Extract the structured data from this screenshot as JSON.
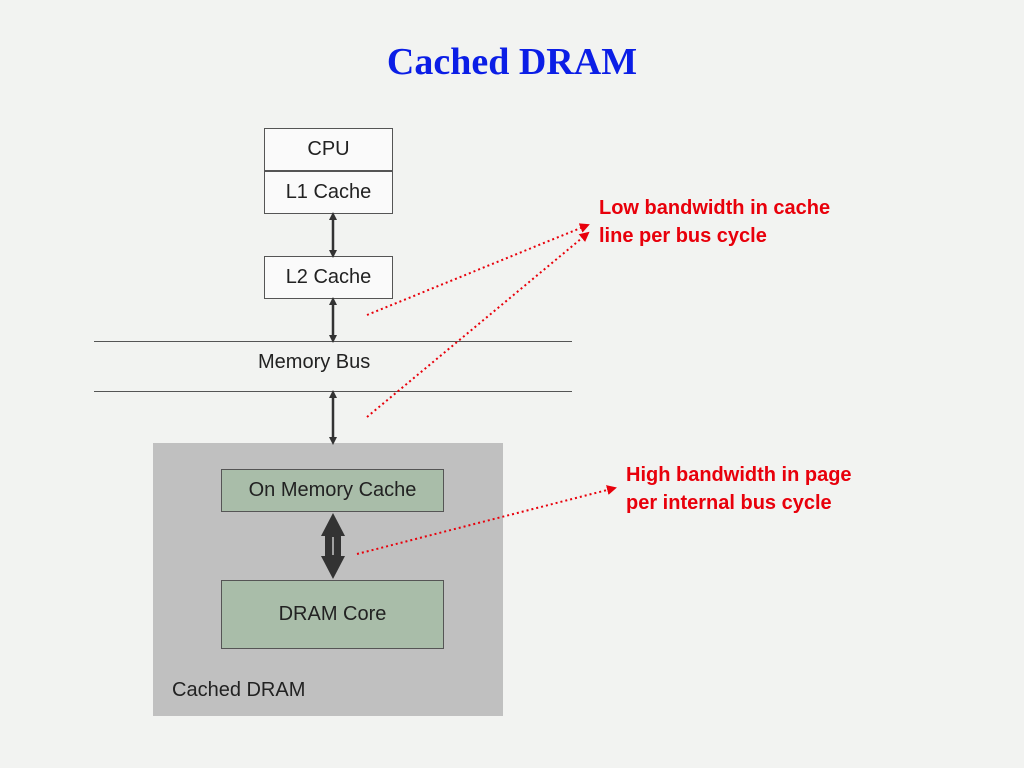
{
  "title": "Cached DRAM",
  "cpu": "CPU",
  "l1": "L1 Cache",
  "l2": "L2 Cache",
  "memory_bus": "Memory Bus",
  "on_memory_cache": "On Memory Cache",
  "dram_core": "DRAM Core",
  "container_label": "Cached DRAM",
  "note_low": "Low bandwidth in cache\nline per bus cycle",
  "note_high": "High bandwidth in page\nper internal bus cycle",
  "colors": {
    "title": "#0b1ee6",
    "note": "#e8000b",
    "container": "#c0c0c0",
    "green_box": "#a9bda9"
  }
}
